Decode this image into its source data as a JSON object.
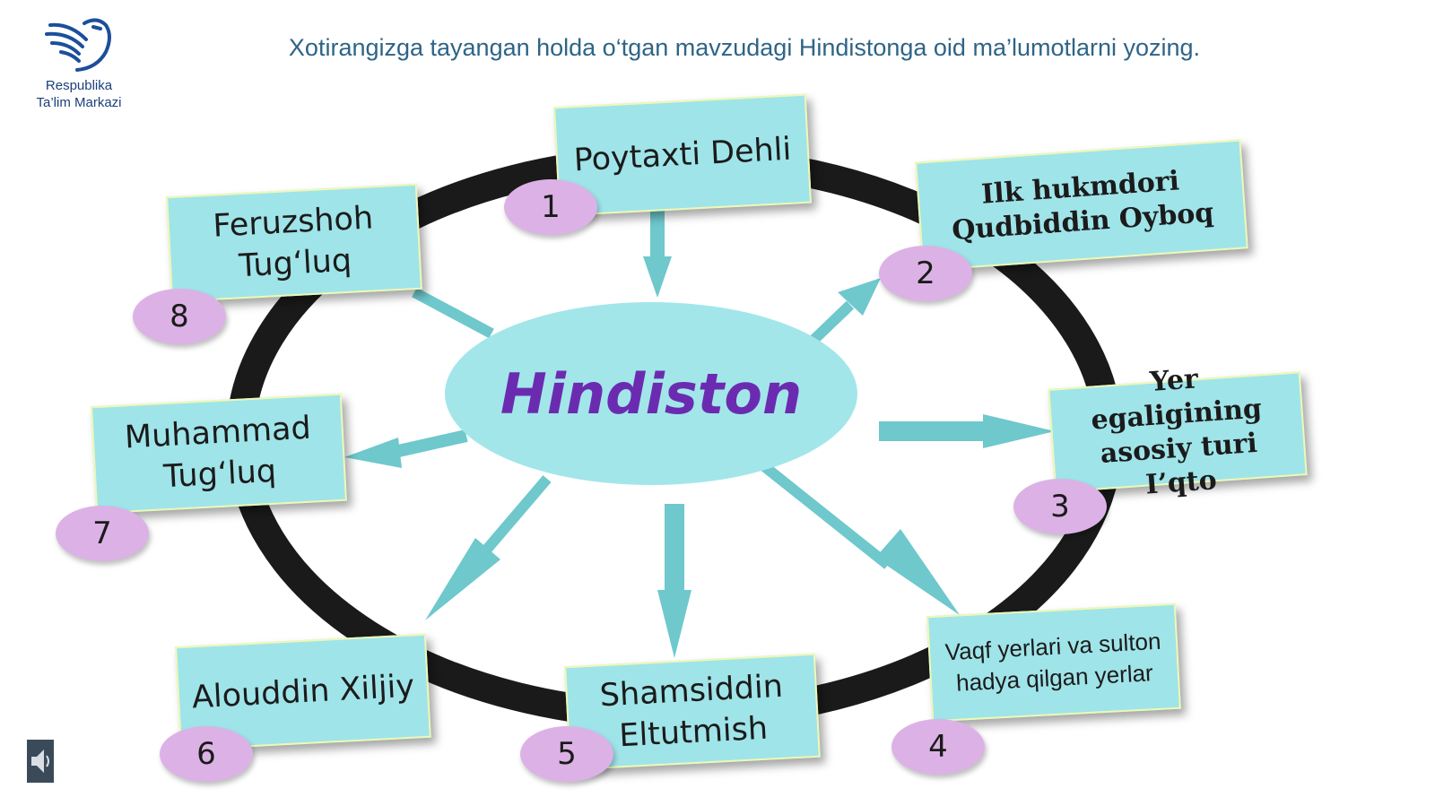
{
  "header": {
    "logo_icon": "dove-icon",
    "logo_line1": "Respublika",
    "logo_line2": "Ta’lim Markazi",
    "title": "Xotirangizga tayangan holda o‘tgan mavzudagi Hindistonga oid ma’lumotlarni yozing."
  },
  "center": {
    "label": "Hindiston"
  },
  "items": [
    {
      "number": "1",
      "text": "Poytaxti Dehli"
    },
    {
      "number": "2",
      "text": "Ilk hukmdori Qudbiddin Oyboq"
    },
    {
      "number": "3",
      "text": "Yer egaligining asosiy turi I’qto"
    },
    {
      "number": "4",
      "text": "Vaqf yerlari va sulton hadya qilgan yerlar"
    },
    {
      "number": "5",
      "text": "Shamsiddin Eltutmish"
    },
    {
      "number": "6",
      "text": "Alouddin Xiljiy"
    },
    {
      "number": "7",
      "text": "Muhammad Tug‘luq"
    },
    {
      "number": "8",
      "text": "Feruzshoh Tug‘luq"
    }
  ],
  "colors": {
    "card": "#9fe4e9",
    "badge": "#dcb2e6",
    "center_text": "#6b2bb0",
    "ring": "#1a1a1a",
    "arrow": "#6ec8cc"
  },
  "footer": {
    "audio_icon": "speaker-icon"
  }
}
